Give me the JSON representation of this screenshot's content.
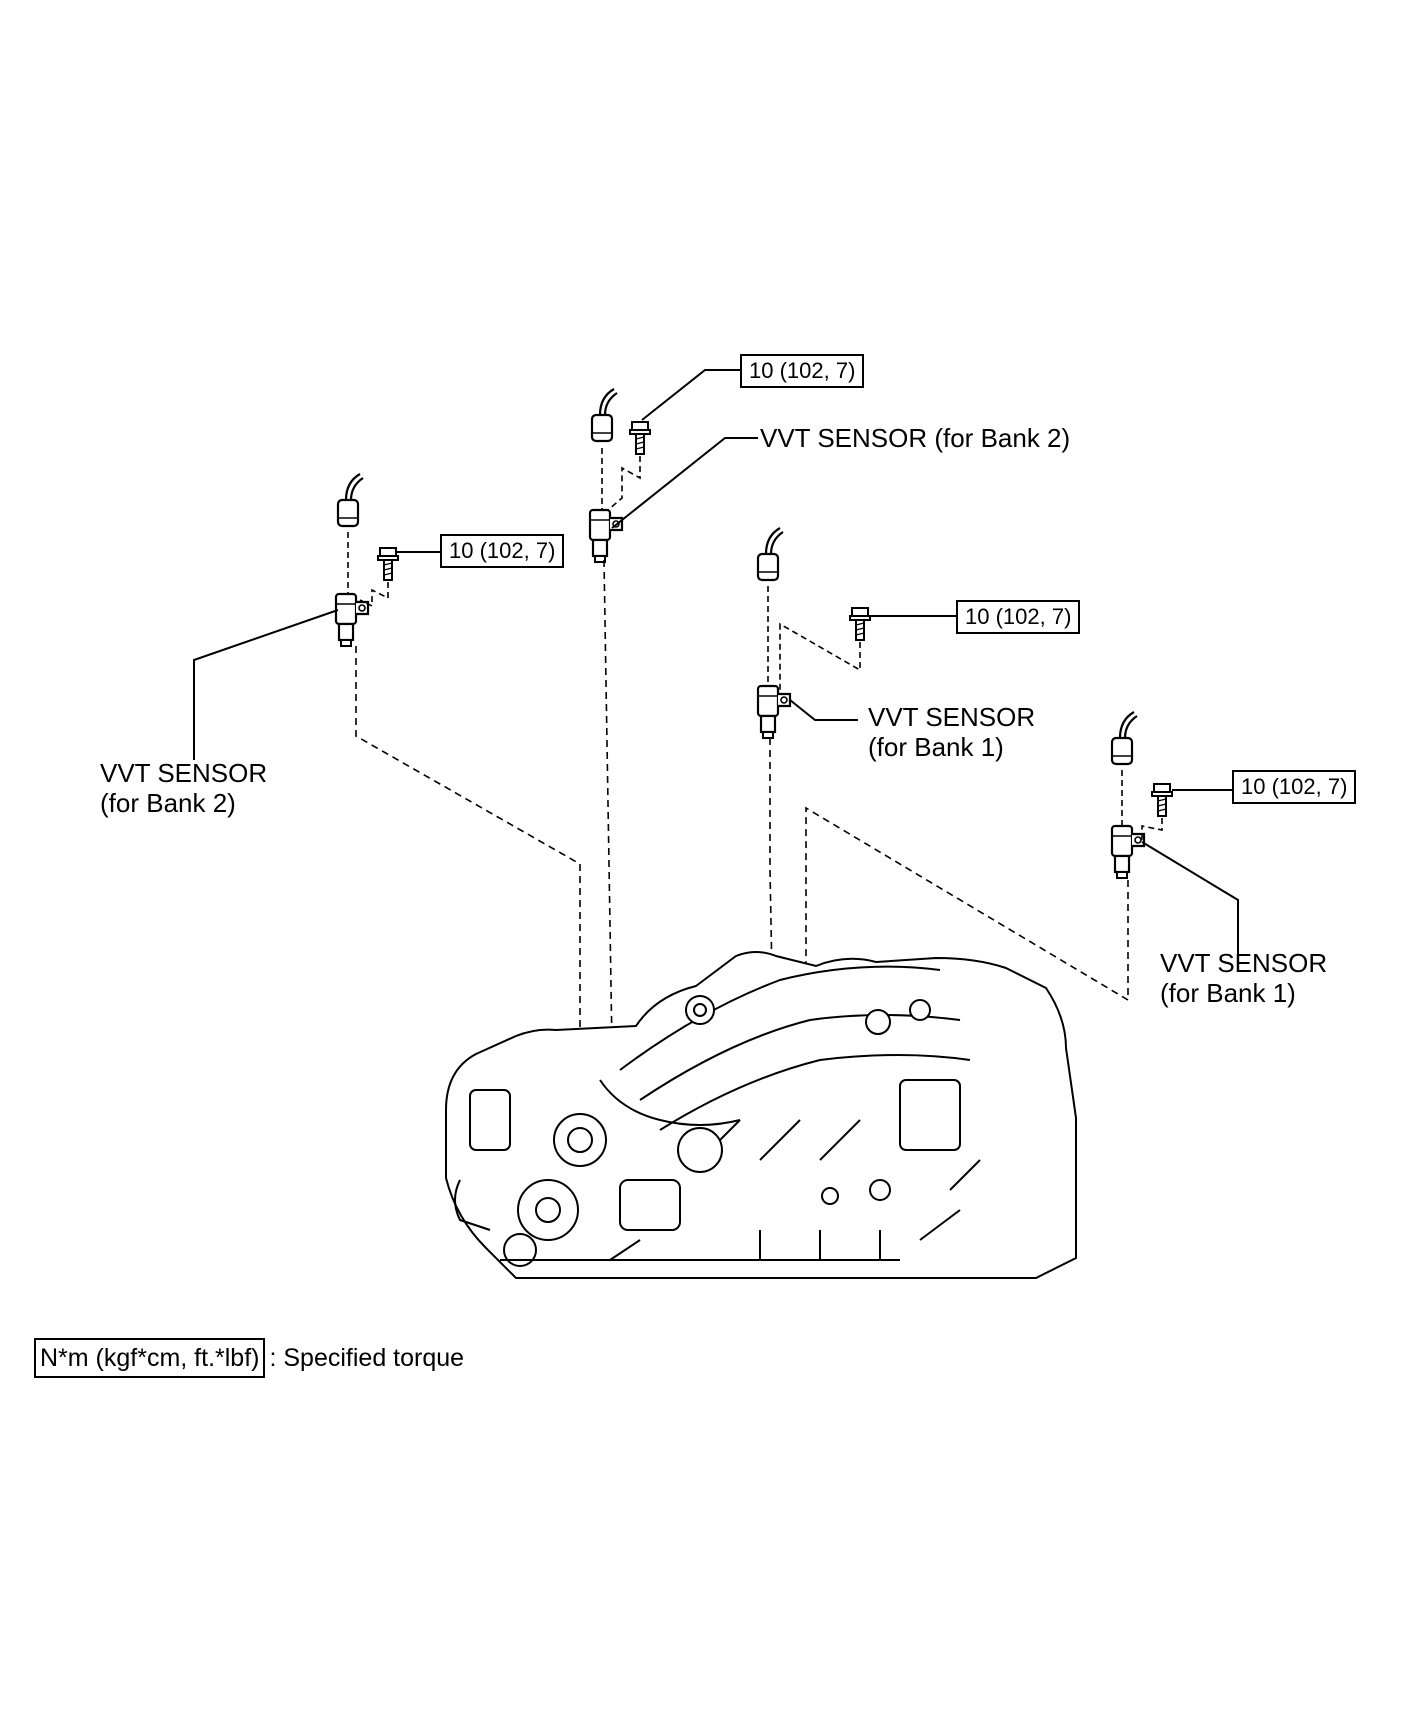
{
  "labels": {
    "sensor_top": {
      "line1": "VVT SENSOR (for Bank 2)"
    },
    "sensor_left": {
      "line1": "VVT SENSOR",
      "line2": "(for Bank 2)"
    },
    "sensor_mid": {
      "line1": "VVT SENSOR",
      "line2": "(for Bank 1)"
    },
    "sensor_right": {
      "line1": "VVT SENSOR",
      "line2": "(for Bank 1)"
    }
  },
  "torque": {
    "top": "10 (102, 7)",
    "left": "10 (102, 7)",
    "mid": "10 (102, 7)",
    "right": "10 (102, 7)"
  },
  "legend": {
    "unit": "N*m (kgf*cm, ft.*lbf)",
    "description": ": Specified torque"
  }
}
